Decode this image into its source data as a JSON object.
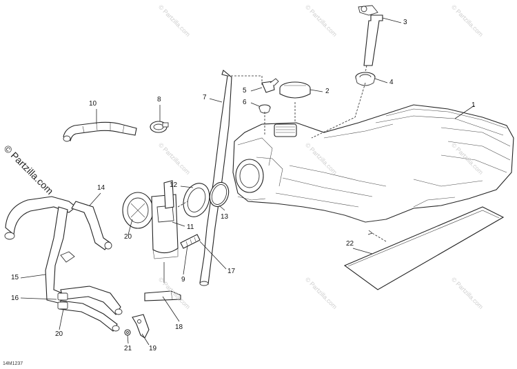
{
  "watermark": {
    "text": "© Partzilla.com",
    "vertical_text": "© Partzilla.com"
  },
  "reference_code": "14M1237",
  "callouts": [
    {
      "id": "1",
      "label": "1"
    },
    {
      "id": "2",
      "label": "2"
    },
    {
      "id": "3",
      "label": "3"
    },
    {
      "id": "4",
      "label": "4"
    },
    {
      "id": "5",
      "label": "5"
    },
    {
      "id": "6",
      "label": "6"
    },
    {
      "id": "7",
      "label": "7"
    },
    {
      "id": "8",
      "label": "8"
    },
    {
      "id": "9",
      "label": "9"
    },
    {
      "id": "10",
      "label": "10"
    },
    {
      "id": "11",
      "label": "11"
    },
    {
      "id": "12",
      "label": "12"
    },
    {
      "id": "13",
      "label": "13"
    },
    {
      "id": "14",
      "label": "14"
    },
    {
      "id": "15",
      "label": "15"
    },
    {
      "id": "16",
      "label": "16"
    },
    {
      "id": "17",
      "label": "17"
    },
    {
      "id": "18",
      "label": "18"
    },
    {
      "id": "19",
      "label": "19"
    },
    {
      "id": "20a",
      "label": "20"
    },
    {
      "id": "20b",
      "label": "20"
    },
    {
      "id": "21",
      "label": "21"
    },
    {
      "id": "22",
      "label": "22"
    }
  ]
}
